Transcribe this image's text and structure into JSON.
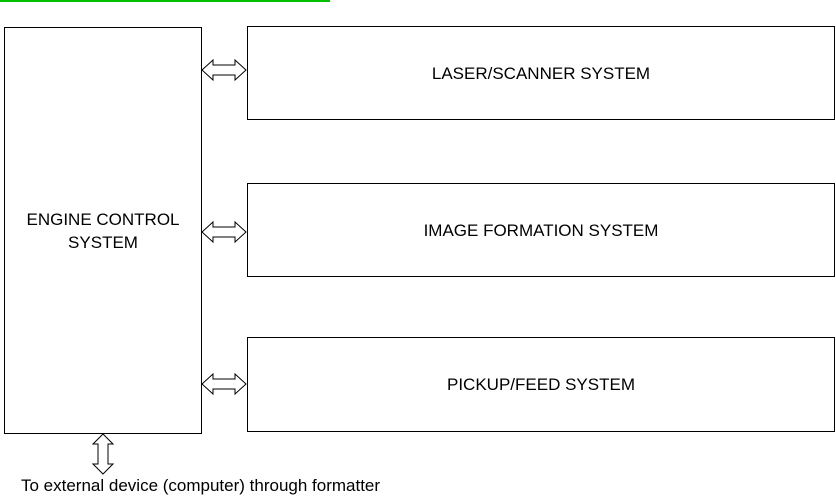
{
  "colors": {
    "top_rule": "#00c000",
    "line": "#000000",
    "background": "#ffffff"
  },
  "diagram": {
    "engine_control": "ENGINE CONTROL\nSYSTEM",
    "subsystems": [
      {
        "label": "LASER/SCANNER SYSTEM"
      },
      {
        "label": "IMAGE FORMATION SYSTEM"
      },
      {
        "label": "PICKUP/FEED SYSTEM"
      }
    ],
    "external_caption": "To external device (computer) through formatter"
  },
  "icons": {
    "horizontal_connector": "double-headed-arrow",
    "vertical_connector": "double-headed-arrow"
  }
}
